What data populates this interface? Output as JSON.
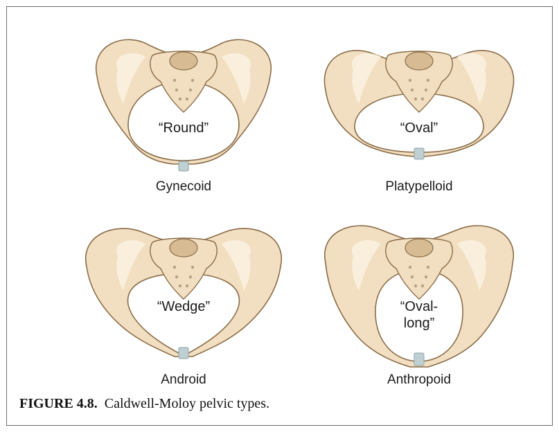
{
  "colors": {
    "bone": "#f2dfc1",
    "bone_light": "#fbf1df",
    "bone_shadow": "#d6bb93",
    "outline": "#8a6c48",
    "symphysis": "#bfd0d4"
  },
  "pelvic_types": [
    {
      "shape": "“Round”",
      "name": "Gynecoid"
    },
    {
      "shape": "“Oval”",
      "name": "Platypelloid"
    },
    {
      "shape": "“Wedge”",
      "name": "Android"
    },
    {
      "shape": "“Oval-\nlong”",
      "name": "Anthropoid"
    }
  ],
  "caption": {
    "figure": "FIGURE 4.8.",
    "text": "Caldwell-Moloy pelvic types."
  }
}
